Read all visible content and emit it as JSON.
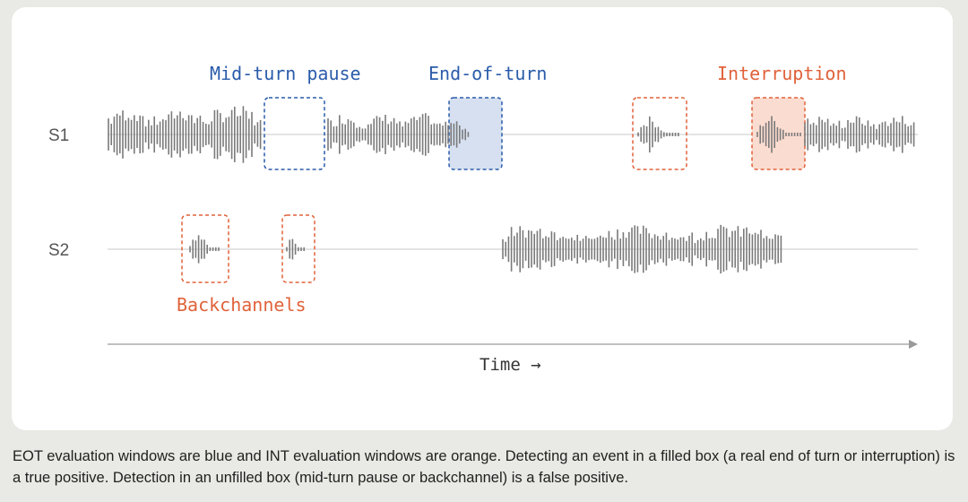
{
  "colors": {
    "eot": "#2a5caa",
    "eot_fill": "#d6e0f0",
    "int": "#e0623a",
    "int_fill": "#fbdcd0",
    "wave": "#7a7a7a",
    "baseline": "#d4d4d4",
    "axis": "#9a9a9a"
  },
  "speakers": {
    "s1": "S1",
    "s2": "S2"
  },
  "labels": {
    "mid_turn_pause": "Mid-turn pause",
    "end_of_turn": "End-of-turn",
    "interruption": "Interruption",
    "backchannels": "Backchannels"
  },
  "axis": {
    "time": "Time →"
  },
  "caption": "EOT evaluation windows are blue and INT evaluation windows are orange. Detecting an event in a filled box (a real end of turn or interruption) is a true positive. Detection in an unfilled box (mid-turn pause or backchannel) is a false positive."
}
